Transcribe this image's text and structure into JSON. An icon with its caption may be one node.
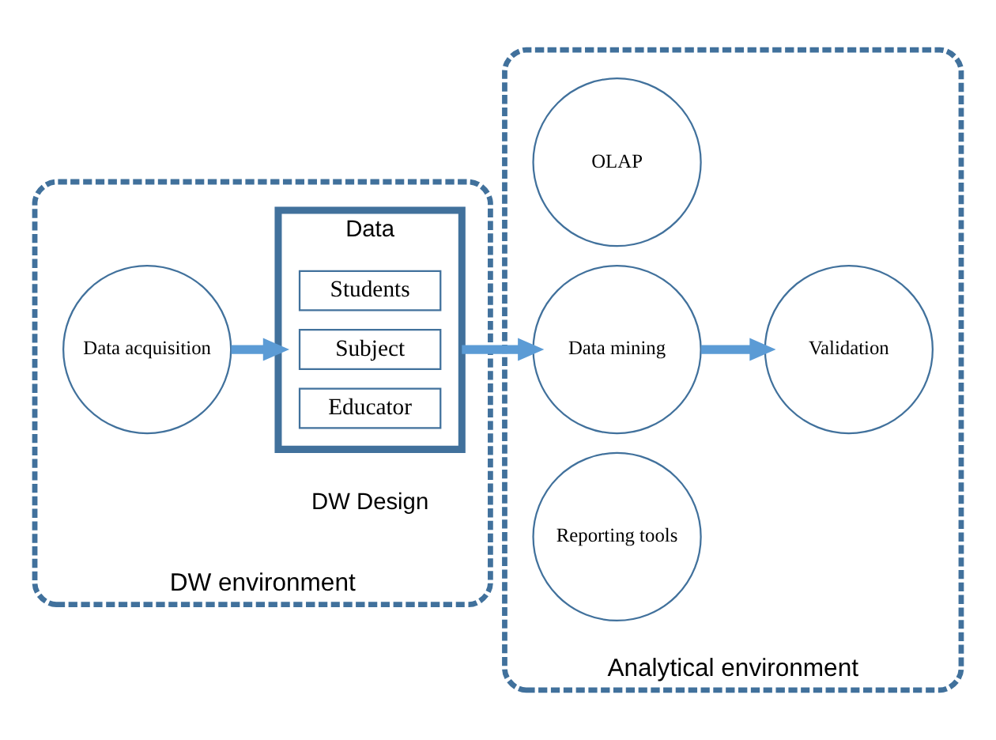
{
  "diagram": {
    "nodes": [
      {
        "text": [
          "DW environment"
        ]
      },
      {
        "text": [
          "Data acquisition"
        ],
        "in": 0
      },
      {
        "text": [
          "Data"
        ],
        "in": 0,
        "beside": [
          "DW Design"
        ]
      },
      {
        "text": [
          "Students"
        ],
        "in": 2
      },
      {
        "text": [
          "Subject"
        ],
        "in": 2
      },
      {
        "text": [
          "Educator"
        ],
        "in": 2
      },
      {
        "text": [
          "Analytical environment"
        ]
      },
      {
        "text": [
          "OLAP"
        ],
        "in": 6
      },
      {
        "text": [
          "Data mining"
        ],
        "in": 6
      },
      {
        "text": [
          "Reporting tools"
        ],
        "in": 6
      },
      {
        "text": [
          "Validation"
        ],
        "in": 6
      }
    ],
    "edges": [
      {
        "from": 1,
        "to": 2,
        "arrow": "to"
      },
      {
        "from": 2,
        "to": 8,
        "arrow": "to"
      },
      {
        "from": 8,
        "to": 10,
        "arrow": "to"
      }
    ]
  }
}
